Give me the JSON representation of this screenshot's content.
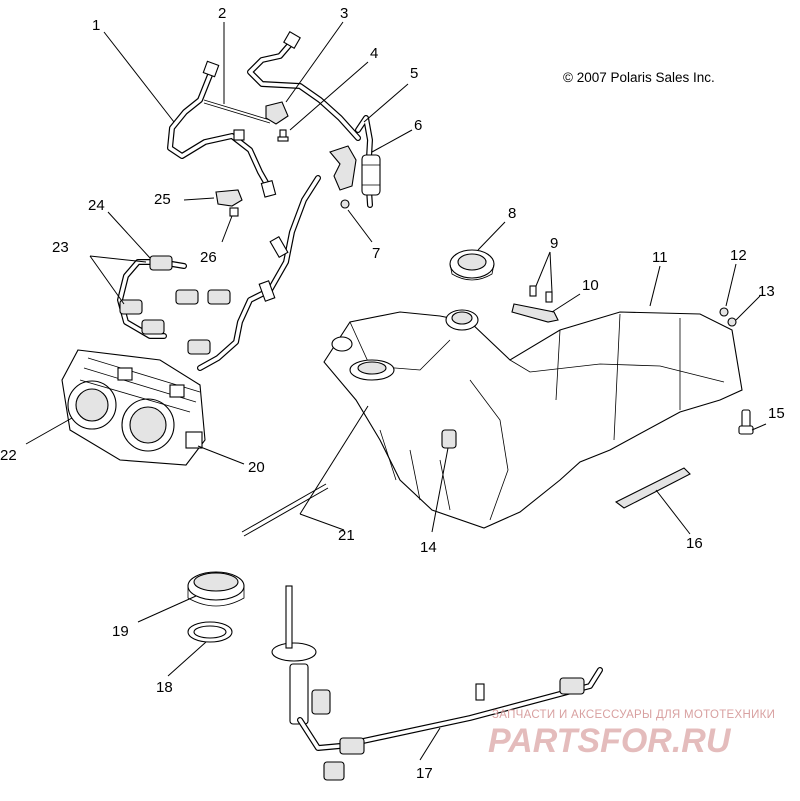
{
  "copyright": "© 2007 Polaris Sales Inc.",
  "watermark": {
    "tagline": "ЗАПЧАСТИ И АКСЕССУАРЫ ДЛЯ МОТОТЕХНИКИ",
    "brand": "PARTSFOR.RU"
  },
  "callouts": [
    {
      "id": "1"
    },
    {
      "id": "2"
    },
    {
      "id": "3"
    },
    {
      "id": "4"
    },
    {
      "id": "5"
    },
    {
      "id": "6"
    },
    {
      "id": "7"
    },
    {
      "id": "8"
    },
    {
      "id": "9"
    },
    {
      "id": "10"
    },
    {
      "id": "11"
    },
    {
      "id": "12"
    },
    {
      "id": "13"
    },
    {
      "id": "14"
    },
    {
      "id": "15"
    },
    {
      "id": "16"
    },
    {
      "id": "17"
    },
    {
      "id": "18"
    },
    {
      "id": "19"
    },
    {
      "id": "20"
    },
    {
      "id": "21"
    },
    {
      "id": "22"
    },
    {
      "id": "23"
    },
    {
      "id": "24"
    },
    {
      "id": "25"
    },
    {
      "id": "26"
    }
  ]
}
